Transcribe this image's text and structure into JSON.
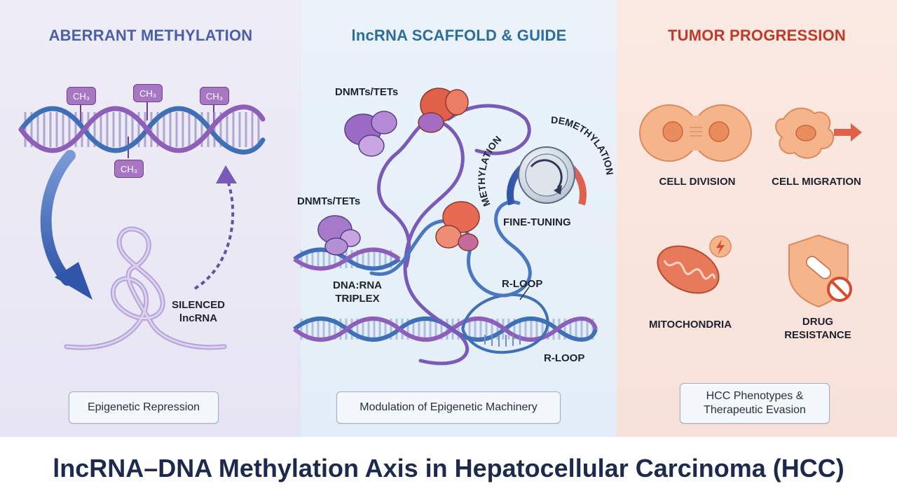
{
  "left": {
    "title": "ABERRANT METHYLATION",
    "ch3_labels": [
      "CH₃",
      "CH₃",
      "CH₃",
      "CH₃"
    ],
    "silenced_label": "SILENCED\nlncRNA",
    "footer_box": "Epigenetic Repression"
  },
  "middle": {
    "title": "lncRNA SCAFFOLD & GUIDE",
    "dnmt_label_top": "DNMTs/TETs",
    "dnmt_label_mid": "DNMTs/TETs",
    "triplex_label": "DNA:RNA\nTRIPLEX",
    "rloop_label_upper": "R-LOOP",
    "rloop_label_lower": "R-LOOP",
    "dial": {
      "left_label": "METHYLATION",
      "right_label": "DEMETHYLATION",
      "caption": "FINE-TUNING"
    },
    "footer_box": "Modulation of Epigenetic Machinery"
  },
  "right": {
    "title": "TUMOR PROGRESSION",
    "phenotypes": [
      "CELL DIVISION",
      "CELL MIGRATION",
      "MITOCHONDRIA",
      "DRUG\nRESISTANCE"
    ],
    "footer_box": "HCC Phenotypes &\nTherapeutic Evasion"
  },
  "main_title": "lncRNA–DNA Methylation Axis in Hepatocellular Carcinoma (HCC)",
  "colors": {
    "left_title": "#4a5fa8",
    "middle_title": "#2f6c9e",
    "right_title": "#c0392b",
    "dna_blue": "#3f6fb6",
    "dna_purple": "#8e5fb8",
    "enzyme_purple": "#9a6ac4",
    "enzyme_red": "#e0604a",
    "cell_orange": "#f5b48a"
  }
}
